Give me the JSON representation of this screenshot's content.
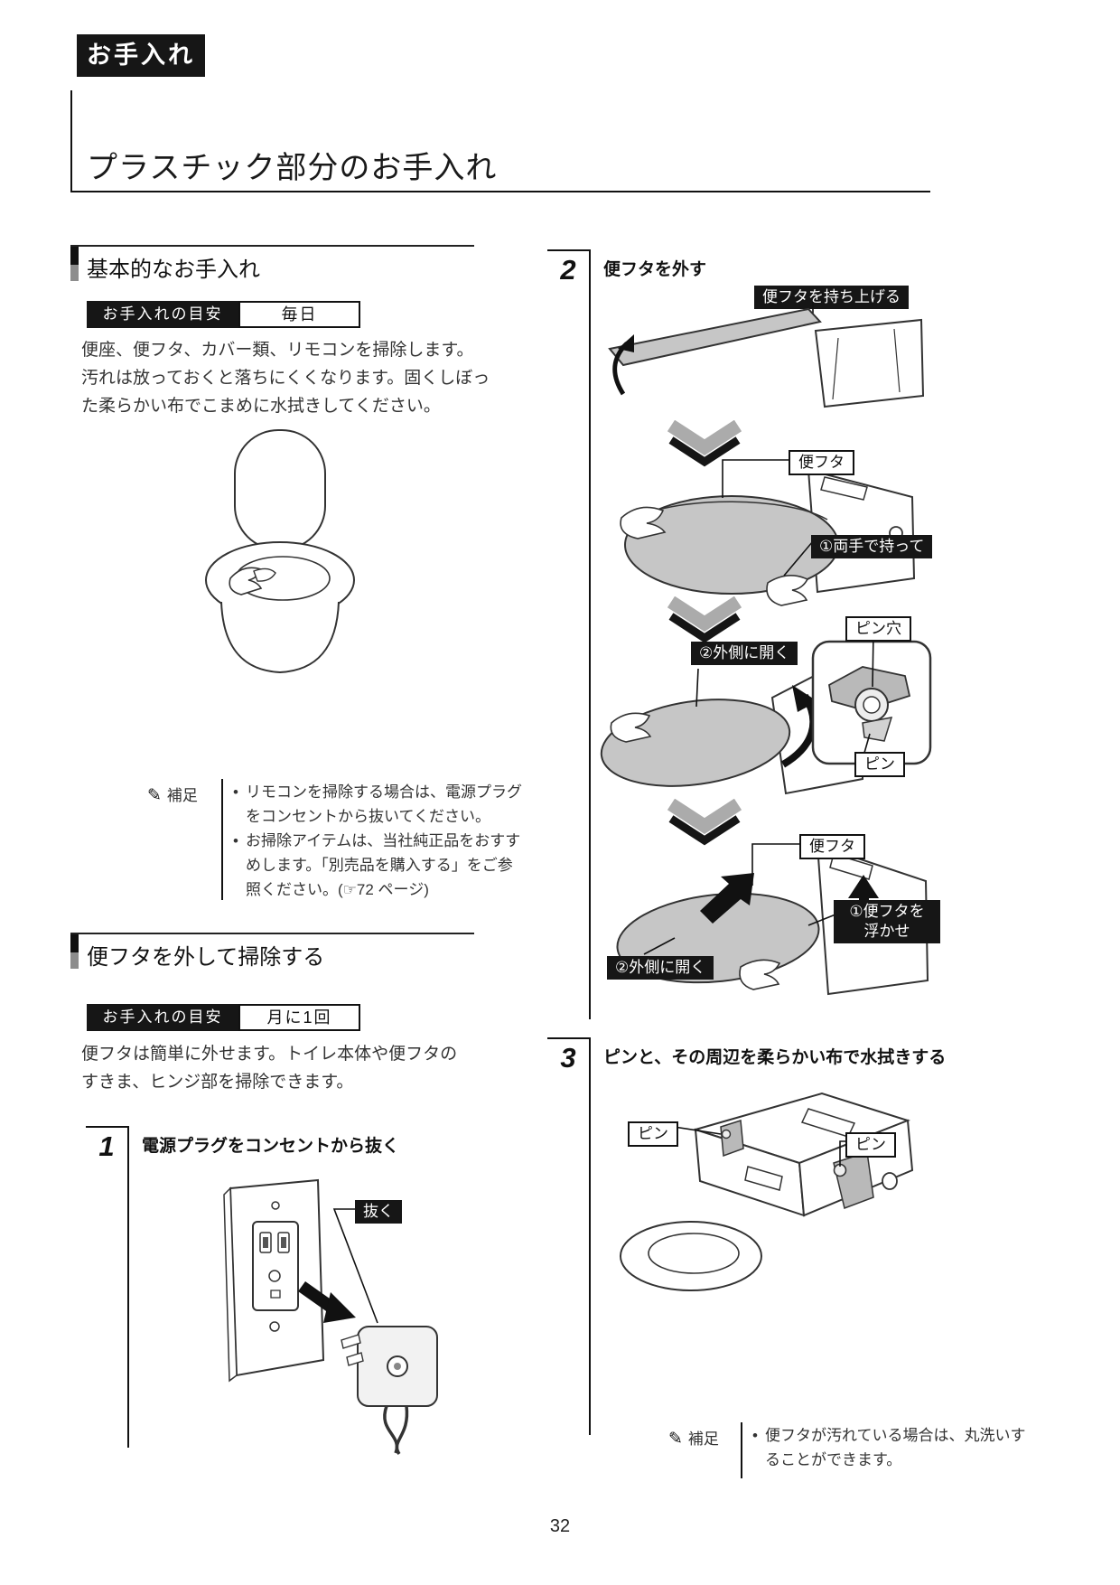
{
  "page": {
    "badge": "お手入れ",
    "title": "プラスチック部分のお手入れ",
    "number": "32"
  },
  "note_label": "補足",
  "basic": {
    "heading": "基本的なお手入れ",
    "guide_label": "お手入れの目安",
    "guide_value": "毎日",
    "body_lines": [
      "便座、便フタ、カバー類、リモコンを掃除します。",
      "汚れは放っておくと落ちにくくなります。固くしぼっ",
      "た柔らかい布でこまめに水拭きしてください。"
    ],
    "note_items": [
      "リモコンを掃除する場合は、電源プラグをコンセントから抜いてください。",
      "お掃除アイテムは、当社純正品をおすすめします。「別売品を購入する」をご参照ください。(☞72 ページ)"
    ]
  },
  "remove": {
    "heading": "便フタを外して掃除する",
    "guide_label": "お手入れの目安",
    "guide_value": "月に1回",
    "body_lines": [
      "便フタは簡単に外せます。トイレ本体や便フタの",
      "すきま、ヒンジ部を掃除できます。"
    ]
  },
  "step1": {
    "number": "1",
    "title": "電源プラグをコンセントから抜く",
    "callout_pull": "抜く"
  },
  "step2": {
    "number": "2",
    "title": "便フタを外す",
    "callouts": {
      "lift": "便フタを持ち上げる",
      "lid_a": "便フタ",
      "hold_both_hands": "①両手で持って",
      "pin_hole": "ピン穴",
      "open_outward_a": "②外側に開く",
      "pin": "ピン",
      "lid_b": "便フタ",
      "float_lid_line1": "①便フタを",
      "float_lid_line2": "浮かせ",
      "open_outward_b": "②外側に開く"
    }
  },
  "step3": {
    "number": "3",
    "title": "ピンと、その周辺を柔らかい布で水拭きする",
    "callouts": {
      "pin_left": "ピン",
      "pin_right": "ピン"
    },
    "note_items": [
      "便フタが汚れている場合は、丸洗いすることができます。"
    ]
  }
}
